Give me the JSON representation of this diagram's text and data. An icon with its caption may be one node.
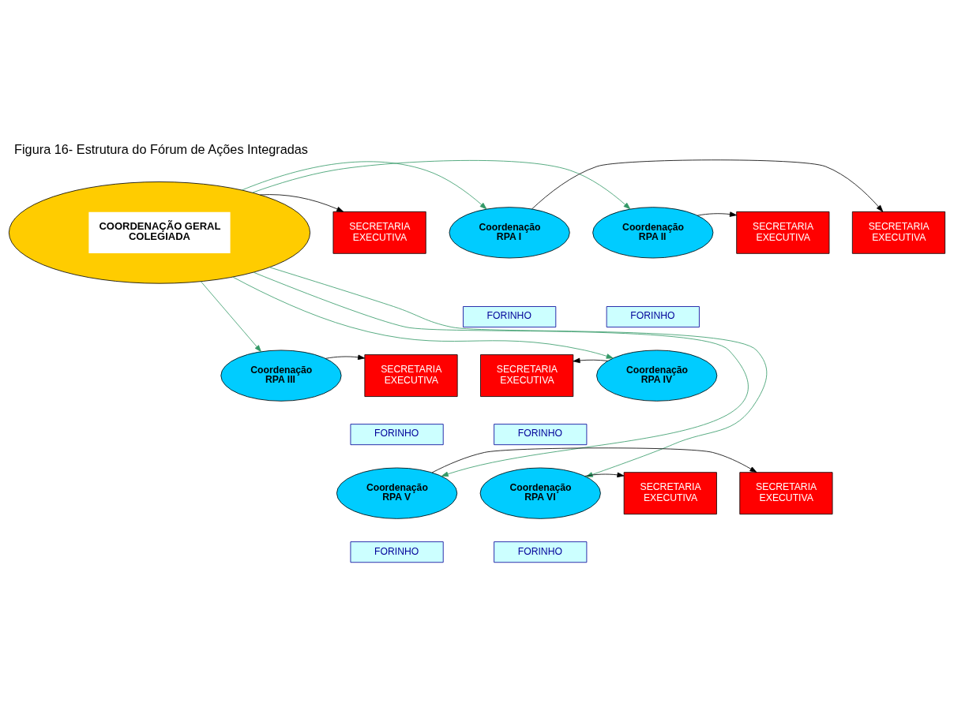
{
  "diagram": {
    "title": "Figura 16- Estrutura do Fórum de Ações Integradas",
    "nodes": [
      {
        "text": [
          "COORDENAÇÃO GERAL COLEGIADA"
        ]
      },
      {
        "text": [
          "SECRETARIA EXECUTIVA"
        ]
      },
      {
        "text": [
          "SECRETARIA EXECUTIVA"
        ]
      },
      {
        "text": [
          "Coordenação RPA I"
        ]
      },
      {
        "text": [
          "Coordenação RPA II"
        ]
      },
      {
        "text": [
          "SECRETARIA EXECUTIVA"
        ]
      },
      {
        "text": [
          "FORINHO"
        ]
      },
      {
        "text": [
          "FORINHO"
        ]
      },
      {
        "text": [
          "Coordenação RPA III"
        ]
      },
      {
        "text": [
          "SECRETARIA EXECUTIVA"
        ]
      },
      {
        "text": [
          "SECRETARIA EXECUTIVA"
        ]
      },
      {
        "text": [
          "Coordenação RPA IV"
        ]
      },
      {
        "text": [
          "FORINHO"
        ]
      },
      {
        "text": [
          "FORINHO"
        ]
      },
      {
        "text": [
          "SECRETARIA EXECUTIVA"
        ]
      },
      {
        "text": [
          "Coordenação RPA V"
        ]
      },
      {
        "text": [
          "Coordenação RPA VI"
        ]
      },
      {
        "text": [
          "SECRETARIA EXECUTIVA"
        ]
      },
      {
        "text": [
          "FORINHO"
        ]
      },
      {
        "text": [
          "FORINHO"
        ]
      }
    ],
    "edges": [
      {
        "from": 0,
        "to": 1,
        "arrow": "to"
      },
      {
        "from": 0,
        "to": 3,
        "arrow": "to",
        "color": "#339966"
      },
      {
        "from": 0,
        "to": 4,
        "arrow": "to",
        "color": "#339966"
      },
      {
        "from": 0,
        "to": 8,
        "arrow": "to",
        "color": "#339966"
      },
      {
        "from": 0,
        "to": 11,
        "arrow": "to",
        "color": "#339966"
      },
      {
        "from": 0,
        "to": 15,
        "arrow": "to",
        "color": "#339966"
      },
      {
        "from": 0,
        "to": 16,
        "arrow": "to",
        "color": "#339966"
      },
      {
        "from": 3,
        "to": 2,
        "arrow": "to"
      },
      {
        "from": 4,
        "to": 5,
        "arrow": "to"
      },
      {
        "from": 8,
        "to": 9,
        "arrow": "to"
      },
      {
        "from": 11,
        "to": 10,
        "arrow": "to"
      },
      {
        "from": 15,
        "to": 14,
        "arrow": "to"
      },
      {
        "from": 16,
        "to": 17,
        "arrow": "to"
      }
    ]
  }
}
